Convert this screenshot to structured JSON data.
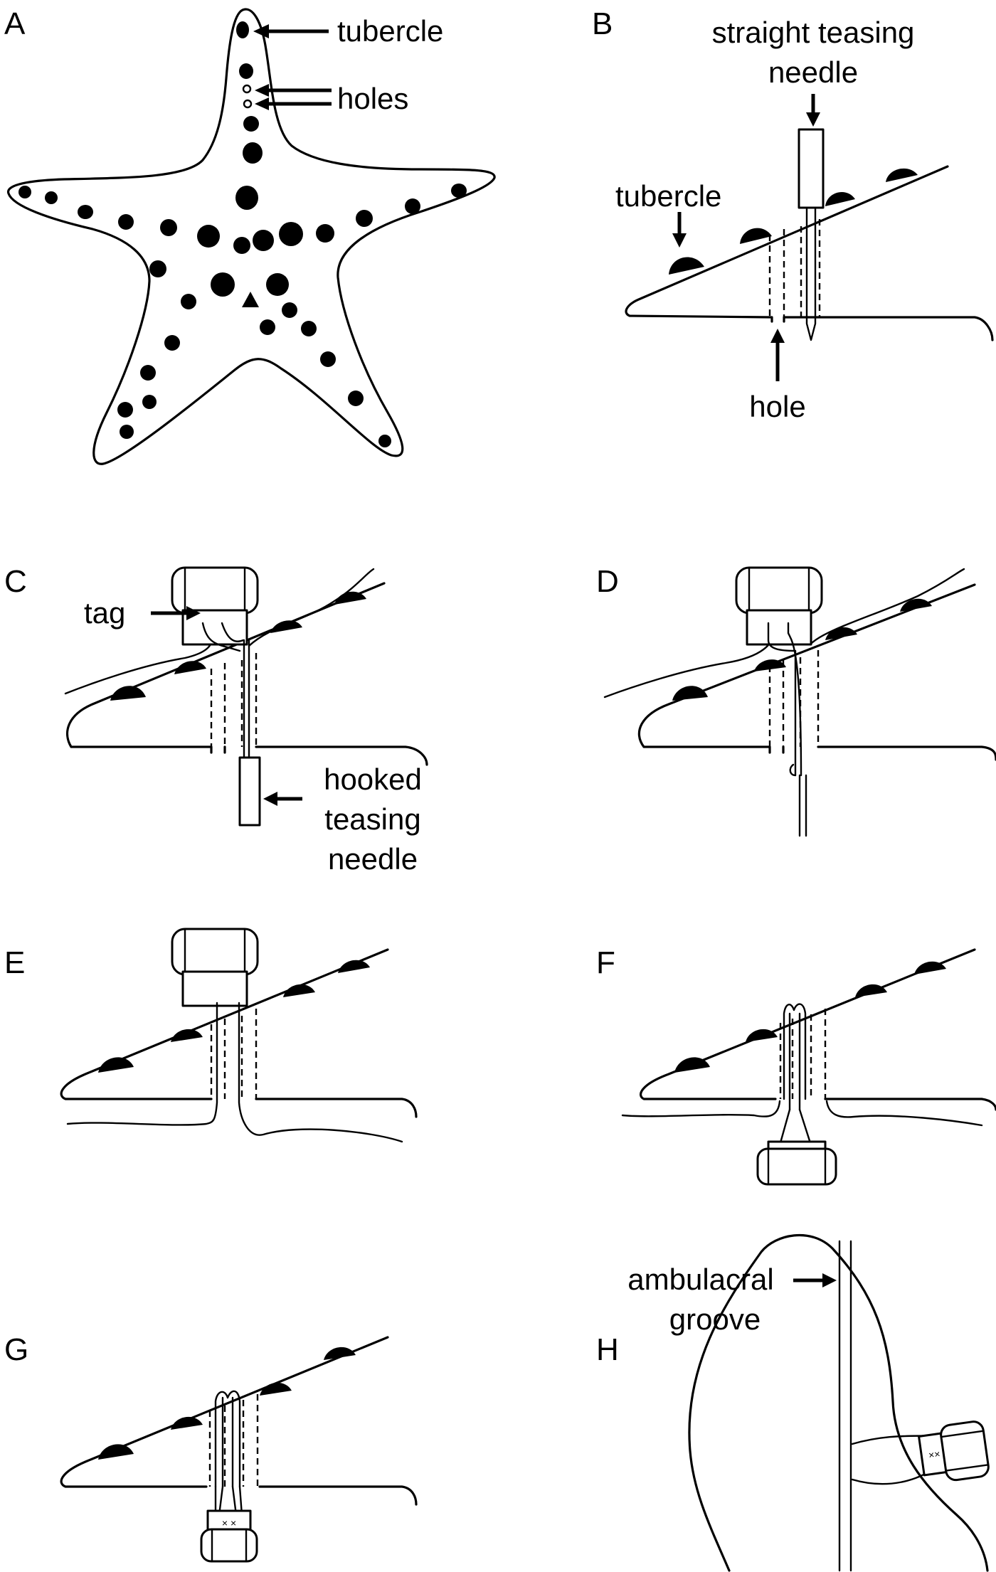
{
  "panels": {
    "a": {
      "letter": "A",
      "labels": {
        "tubercle": "tubercle",
        "holes": "holes"
      }
    },
    "b": {
      "letter": "B",
      "labels": {
        "needle": [
          "straight teasing",
          "needle"
        ],
        "tubercle": "tubercle",
        "hole": "hole"
      }
    },
    "c": {
      "letter": "C",
      "labels": {
        "tag": "tag",
        "needle": [
          "hooked",
          "teasing",
          "needle"
        ]
      }
    },
    "d": {
      "letter": "D"
    },
    "e": {
      "letter": "E"
    },
    "f": {
      "letter": "F"
    },
    "g": {
      "letter": "G"
    },
    "h": {
      "letter": "H",
      "labels": {
        "groove": [
          "ambulacral",
          "groove"
        ]
      }
    }
  }
}
